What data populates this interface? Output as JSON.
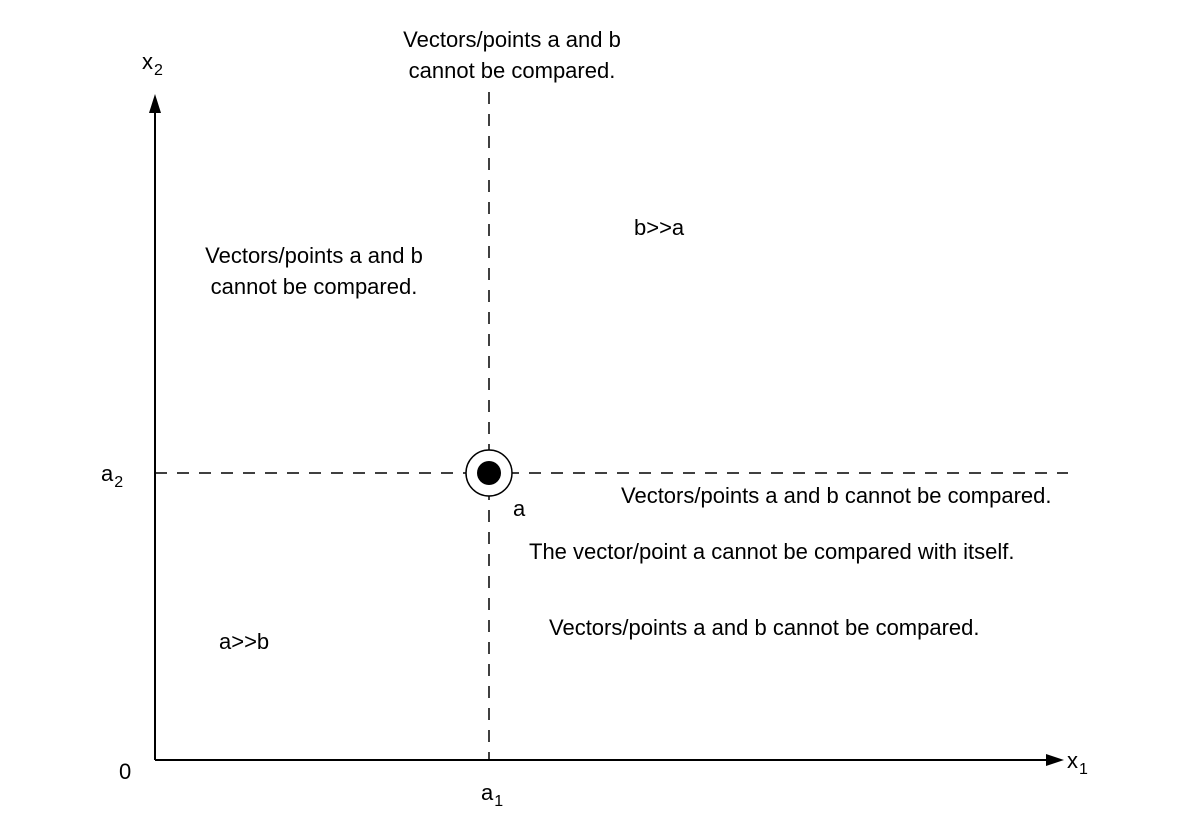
{
  "axes": {
    "x_var": "x",
    "x_sub": "1",
    "y_var": "x",
    "y_sub": "2",
    "origin": "0",
    "a1_var": "a",
    "a1_sub": "1",
    "a2_var": "a",
    "a2_sub": "2"
  },
  "point_label": "a",
  "regions": {
    "top_center_l1": "Vectors/points a and b",
    "top_center_l2": "cannot be compared.",
    "upper_left_l1": "Vectors/points a and b",
    "upper_left_l2": "cannot be compared.",
    "upper_right": "b>>a",
    "lower_left": "a>>b",
    "right_of_point": "Vectors/points a and b cannot be compared.",
    "self_compare": "The vector/point a cannot be compared with itself.",
    "lower_right": "Vectors/points a and b cannot be compared."
  }
}
